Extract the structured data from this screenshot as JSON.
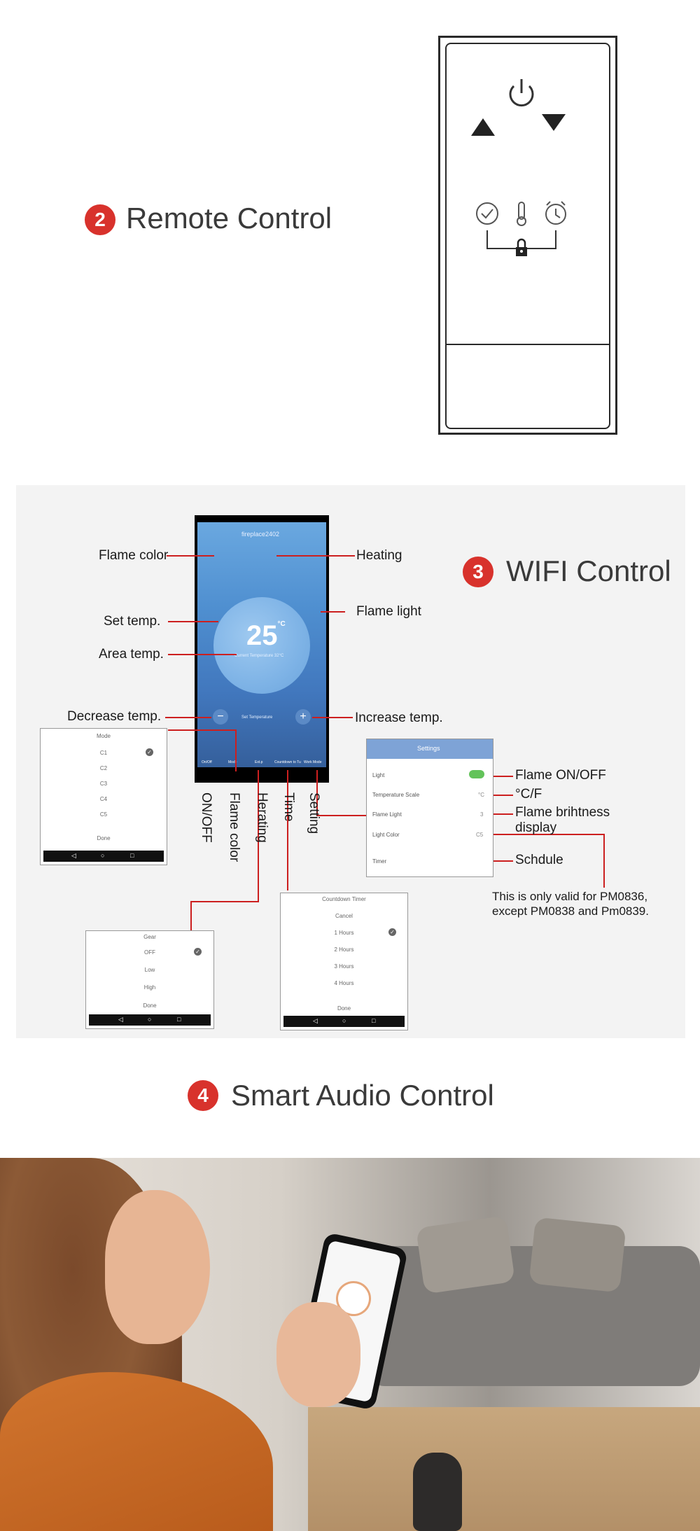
{
  "sections": {
    "remote": {
      "number": "2",
      "title": "Remote Control"
    },
    "wifi": {
      "number": "3",
      "title": "WIFI Control"
    },
    "audio": {
      "number": "4",
      "title": "Smart Audio Control"
    }
  },
  "colors": {
    "accent": "#d8322c",
    "callout_line": "#cc1f1f"
  },
  "remote_icons": [
    "power-icon",
    "up-arrow-icon",
    "down-arrow-icon",
    "check-circle-icon",
    "thermometer-icon",
    "alarm-clock-icon",
    "lock-icon"
  ],
  "wifi_labels": {
    "flame_color": "Flame color",
    "heating": "Heating",
    "flame_light": "Flame light",
    "set_temp": "Set  temp.",
    "area_temp": "Area temp.",
    "decrease_temp": "Decrease temp.",
    "increase_temp": "Increase temp.",
    "on_off": "ON/OFF",
    "flame_color_v": "Flame color",
    "herating": "Herating",
    "time": "Time",
    "setting": "Setting",
    "flame_on_off": "Flame ON/OFF",
    "cf": "°C/F",
    "flame_brightness_1": "Flame brihtness",
    "flame_brightness_2": "display",
    "schdule": "Schdule",
    "note_1": "This is only valid for PM0836,",
    "note_2": "except PM0838 and Pm0839."
  },
  "phone": {
    "title": "fireplace2402",
    "temp": "25",
    "temp_unit": "°C",
    "area_temp_text": "Current Temperature 32°C",
    "set_temp_text": "Set Temperature",
    "minus": "−",
    "plus": "+",
    "tabs": [
      "On/Off",
      "Mode",
      "Ext.p",
      "Countdown to Tu",
      "Work Mode"
    ]
  },
  "flame_popup": {
    "title": "Mode",
    "options": [
      "C1",
      "C2",
      "C3",
      "C4",
      "C5"
    ],
    "done": "Done"
  },
  "heat_popup": {
    "title": "Gear",
    "options": [
      "OFF",
      "Low",
      "High"
    ],
    "done": "Done"
  },
  "time_popup": {
    "title": "Countdown Timer",
    "options": [
      "Cancel",
      "1 Hours",
      "2 Hours",
      "3 Hours",
      "4 Hours"
    ],
    "done": "Done"
  },
  "settings": {
    "title": "Settings",
    "rows": [
      "Light",
      "Temperature Scale",
      "Flame Light",
      "Light Color",
      "Timer"
    ],
    "values": [
      "",
      "°C",
      "3",
      "C5",
      ""
    ]
  }
}
